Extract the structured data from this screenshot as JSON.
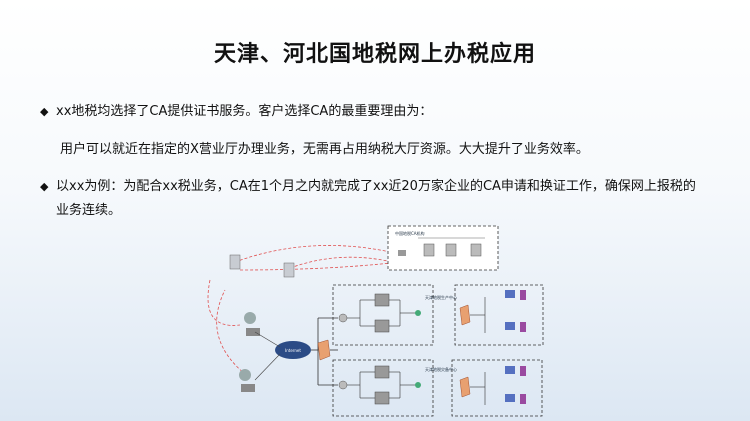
{
  "slide": {
    "title": "天津、河北国地税网上办税应用",
    "bullet1": "xx地税均选择了CA提供证书服务。客户选择CA的最重要理由为：",
    "sub1": "用户可以就近在指定的X营业厅办理业务，无需再占用纳税大厅资源。大大提升了业务效率。",
    "bullet2": "以xx为例：为配合xx税业务，CA在1个月之内就完成了xx近20万家企业的CA申请和换证工作，确保网上报税的业务连续。",
    "bullet_mark": "◆"
  },
  "diagram": {
    "top_center_label": "中国地税CA机构",
    "center_right_top": "天津地税生产中心",
    "center_right_bottom": "天津地税灾备中心",
    "cloud_label": "Internet"
  }
}
